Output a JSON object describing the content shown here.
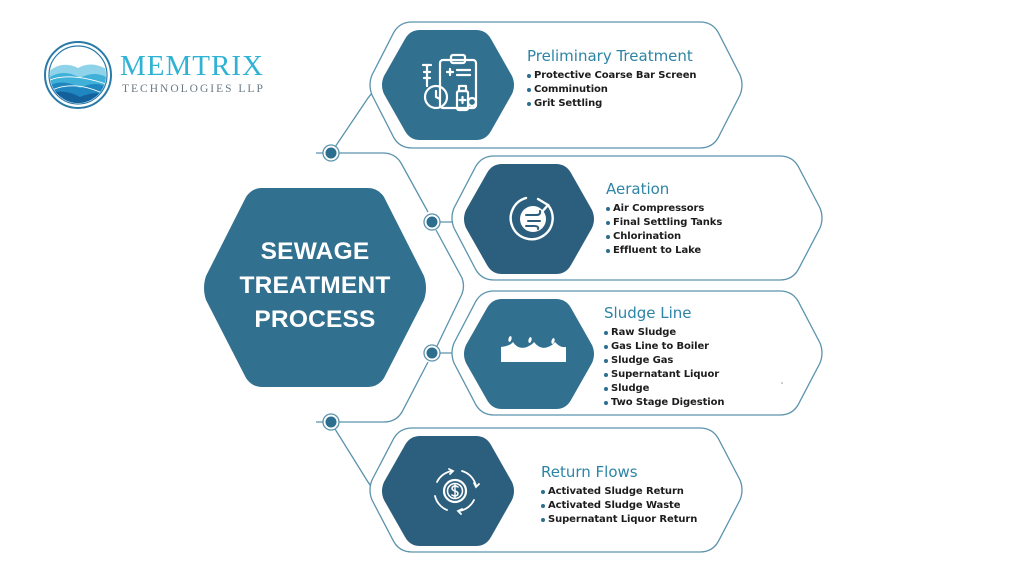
{
  "brand": {
    "name": "MEMTRIX",
    "tagline": "TECHNOLOGIES LLP"
  },
  "center": {
    "title_lines": [
      "SEWAGE",
      "TREATMENT",
      "PROCESS"
    ]
  },
  "colors": {
    "primary": "#31708f",
    "primary_dark": "#2c5f7e",
    "accent_text": "#2c84a6",
    "line": "#5b93ad",
    "logo_cyan": "#2fb2d4"
  },
  "stages": [
    {
      "title": "Preliminary Treatment",
      "icon": "clipboard-clock-medicine-icon",
      "items": [
        "Protective Coarse Bar Screen",
        "Comminution",
        "Grit Settling"
      ]
    },
    {
      "title": "Aeration",
      "icon": "air-cycle-icon",
      "items": [
        "Air Compressors",
        "Final Settling Tanks",
        "Chlorination",
        "Effluent to Lake"
      ]
    },
    {
      "title": "Sludge Line",
      "icon": "sludge-waves-icon",
      "items": [
        "Raw Sludge",
        "Gas Line to Boiler",
        "Sludge Gas",
        "Supernatant Liquor",
        "Sludge",
        "Two Stage Digestion"
      ]
    },
    {
      "title": "Return Flows",
      "icon": "dollar-cycle-icon",
      "items": [
        "Activated Sludge Return",
        "Activated Sludge Waste",
        "Supernatant Liquor Return"
      ]
    }
  ]
}
